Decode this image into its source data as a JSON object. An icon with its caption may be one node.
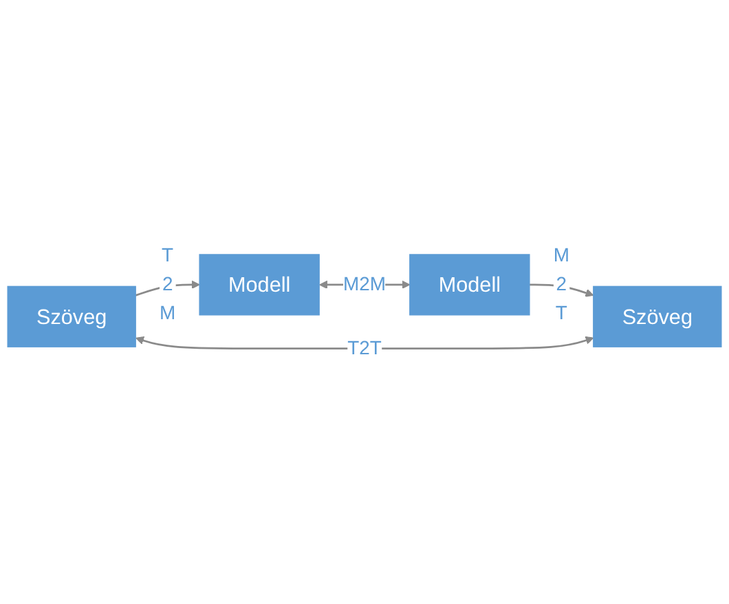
{
  "diagram": {
    "nodes": [
      {
        "text": [
          "Modell"
        ]
      },
      {
        "text": [
          "Modell"
        ]
      },
      {
        "text": [
          "Szöveg"
        ]
      },
      {
        "text": [
          "Szöveg"
        ]
      }
    ],
    "edges": [
      {
        "from": 0,
        "to": 1,
        "arrow": "both",
        "label": "M2M"
      },
      {
        "from": 1,
        "to": 3,
        "arrow": "to",
        "label": "M 2 T"
      },
      {
        "from": 2,
        "to": 3,
        "arrow": "both",
        "label": "T2T"
      },
      {
        "from": 2,
        "to": 0,
        "arrow": "to",
        "label": "T 2 M"
      }
    ]
  }
}
